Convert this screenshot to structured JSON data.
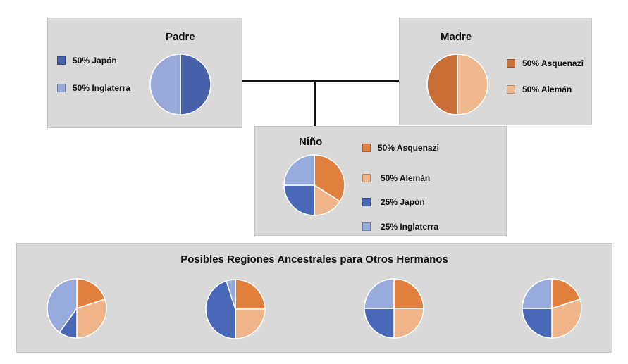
{
  "colors": {
    "asquenazi": "#e07f3e",
    "aleman": "#f0b48a",
    "japon": "#4a68b8",
    "inglaterra": "#97abdc",
    "madre_asquenazi": "#c96f37",
    "madre_aleman": "#efb88e",
    "padre_japon": "#4660aa",
    "padre_inglaterra": "#97a8d9"
  },
  "padre": {
    "title": "Padre",
    "legend": [
      {
        "label": "50% Japón",
        "color": "#4660aa"
      },
      {
        "label": "50% Inglaterra",
        "color": "#97a8d9"
      }
    ],
    "pie": [
      {
        "name": "Japón",
        "value": 50,
        "color": "#4660aa"
      },
      {
        "name": "Inglaterra",
        "value": 50,
        "color": "#97a8d9"
      }
    ]
  },
  "madre": {
    "title": "Madre",
    "legend": [
      {
        "label": "50% Asquenazi",
        "color": "#c96f37"
      },
      {
        "label": "50% Alemán",
        "color": "#efb88e"
      }
    ],
    "pie": [
      {
        "name": "Alemán",
        "value": 50,
        "color": "#efb88e"
      },
      {
        "name": "Asquenazi",
        "value": 50,
        "color": "#c96f37"
      }
    ]
  },
  "nino": {
    "title": "Niño",
    "legend": [
      {
        "label": "50% Asquenazi",
        "color": "#e07f3e"
      },
      {
        "label": "50% Alemán",
        "color": "#f0b48a"
      },
      {
        "label": "25% Japón",
        "color": "#4a68b8"
      },
      {
        "label": "25% Inglaterra",
        "color": "#97abdc"
      }
    ],
    "pie": [
      {
        "name": "Asquenazi",
        "value": 34,
        "color": "#e07f3e"
      },
      {
        "name": "Alemán",
        "value": 16,
        "color": "#f0b48a"
      },
      {
        "name": "Japón",
        "value": 25,
        "color": "#4a68b8"
      },
      {
        "name": "Inglaterra",
        "value": 25,
        "color": "#97abdc"
      }
    ]
  },
  "hermanos": {
    "title": "Posibles Regiones Ancestrales para Otros Hermanos",
    "pies": [
      [
        {
          "name": "Asquenazi",
          "value": 20,
          "color": "#e07f3e"
        },
        {
          "name": "Alemán",
          "value": 30,
          "color": "#f0b48a"
        },
        {
          "name": "Japón",
          "value": 10,
          "color": "#4a68b8"
        },
        {
          "name": "Inglaterra",
          "value": 40,
          "color": "#97abdc"
        }
      ],
      [
        {
          "name": "Asquenazi",
          "value": 25,
          "color": "#e07f3e"
        },
        {
          "name": "Alemán",
          "value": 25,
          "color": "#f0b48a"
        },
        {
          "name": "Japón",
          "value": 45,
          "color": "#4a68b8"
        },
        {
          "name": "Inglaterra",
          "value": 5,
          "color": "#97abdc"
        }
      ],
      [
        {
          "name": "Asquenazi",
          "value": 25,
          "color": "#e07f3e"
        },
        {
          "name": "Alemán",
          "value": 25,
          "color": "#f0b48a"
        },
        {
          "name": "Japón",
          "value": 25,
          "color": "#4a68b8"
        },
        {
          "name": "Inglaterra",
          "value": 25,
          "color": "#97abdc"
        }
      ],
      [
        {
          "name": "Asquenazi",
          "value": 20,
          "color": "#e07f3e"
        },
        {
          "name": "Alemán",
          "value": 30,
          "color": "#f0b48a"
        },
        {
          "name": "Japón",
          "value": 25,
          "color": "#4a68b8"
        },
        {
          "name": "Inglaterra",
          "value": 25,
          "color": "#97abdc"
        }
      ]
    ]
  }
}
